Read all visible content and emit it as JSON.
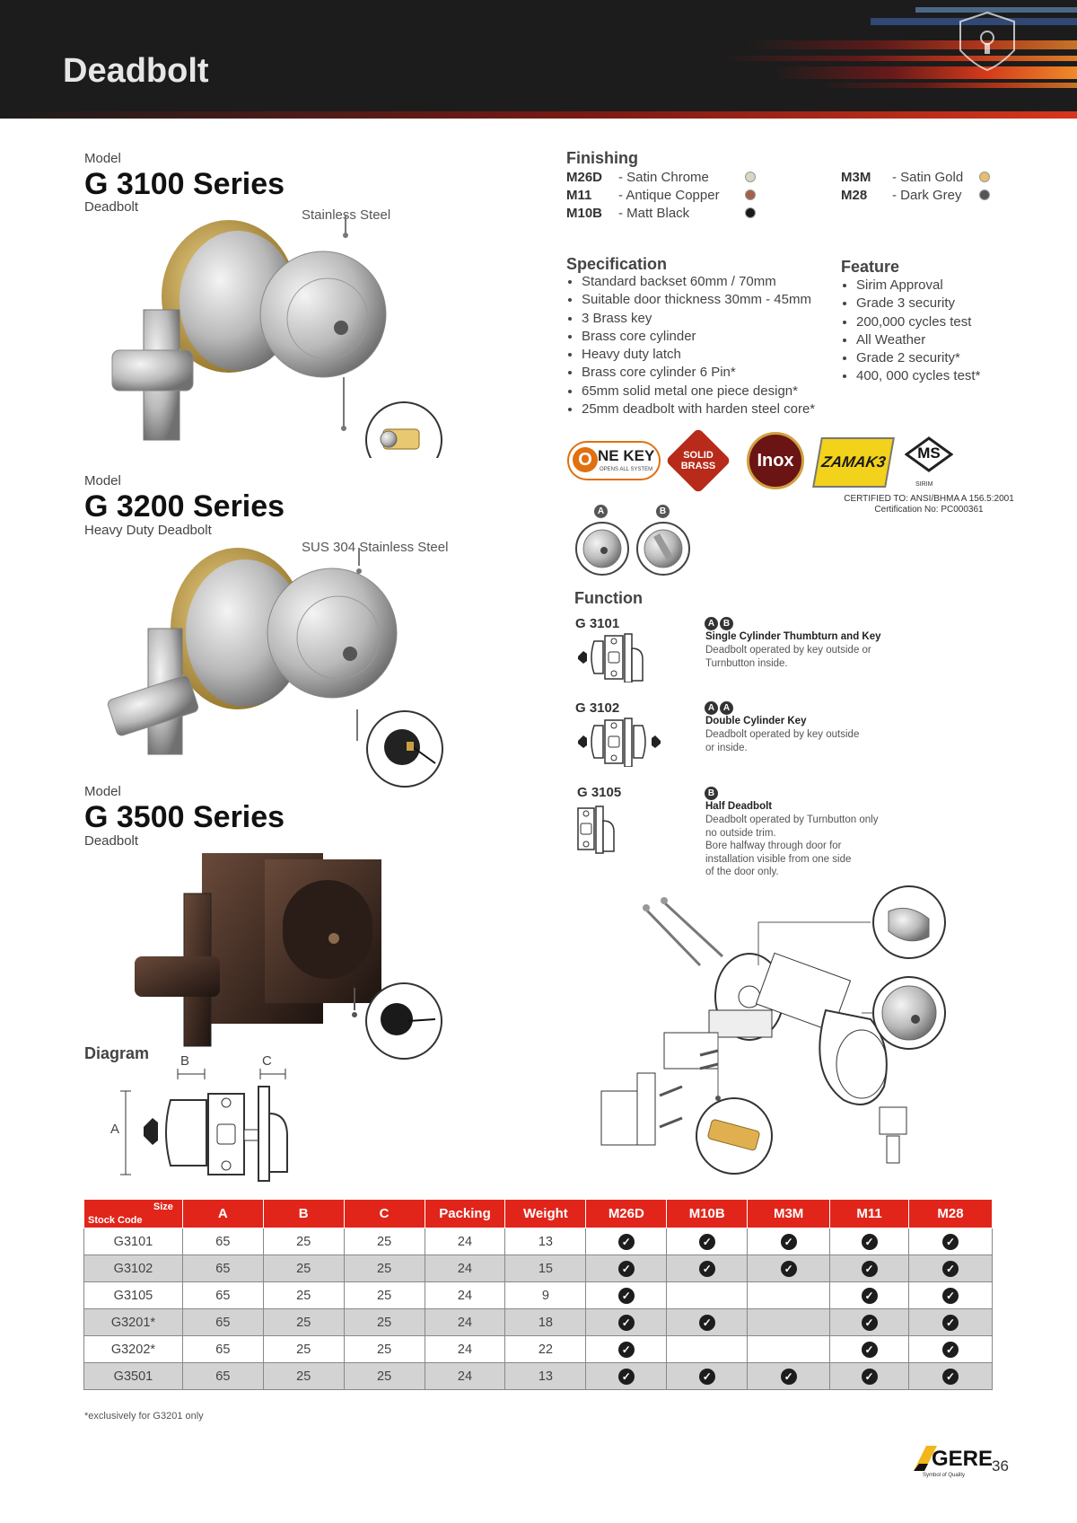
{
  "header": {
    "title": "Deadbolt"
  },
  "products": [
    {
      "model_label": "Model",
      "series": "G 3100 Series",
      "subtitle": "Deadbolt",
      "material": "Stainless Steel"
    },
    {
      "model_label": "Model",
      "series": "G 3200 Series",
      "subtitle": "Heavy Duty Deadbolt",
      "material": "SUS 304 Stainless Steel"
    },
    {
      "model_label": "Model",
      "series": "G 3500 Series",
      "subtitle": "Deadbolt",
      "material": ""
    }
  ],
  "finishing": {
    "heading": "Finishing",
    "items": [
      {
        "code": "M26D",
        "name": "- Satin Chrome",
        "color": "#d9d6c3"
      },
      {
        "code": "M11",
        "name": "- Antique Copper",
        "color": "#a0634a"
      },
      {
        "code": "M10B",
        "name": "- Matt Black",
        "color": "#1a1a1a"
      },
      {
        "code": "M3M",
        "name": "- Satin Gold",
        "color": "#e6bf6e"
      },
      {
        "code": "M28",
        "name": "- Dark Grey",
        "color": "#555555"
      }
    ]
  },
  "specification": {
    "heading": "Specification",
    "items": [
      "Standard backset 60mm / 70mm",
      "Suitable door thickness 30mm - 45mm",
      "3 Brass key",
      "Brass core cylinder",
      "Heavy duty latch",
      "Brass core cylinder 6 Pin*",
      "65mm solid metal one piece design*",
      "25mm deadbolt with harden steel core*"
    ]
  },
  "feature": {
    "heading": "Feature",
    "items": [
      "Sirim Approval",
      "Grade 3 security",
      "200,000 cycles test",
      "All Weather",
      "Grade 2 security*",
      "400, 000 cycles test*"
    ]
  },
  "badges": {
    "onekey_main": "NE KEY",
    "onekey_o": "O",
    "onekey_sub": "OPENS ALL SYSTEM",
    "solid_brass_1": "SOLID",
    "solid_brass_2": "BRASS",
    "inox": "Inox",
    "zamak": "ZAMAK3",
    "ms": "MS",
    "sirim": "SIRIM",
    "cert_line1": "CERTIFIED TO: ANSI/BHMA A 156.5:2001",
    "cert_line2": "Certification No: PC000361"
  },
  "trim_labels": {
    "a": "A",
    "b": "B"
  },
  "function": {
    "heading": "Function",
    "items": [
      {
        "code": "G 3101",
        "letters": [
          "A",
          "B"
        ],
        "title": "Single Cylinder Thumbturn and Key",
        "desc": [
          "Deadbolt operated by key outside or",
          "Turnbutton inside."
        ]
      },
      {
        "code": "G 3102",
        "letters": [
          "A",
          "A"
        ],
        "title": "Double Cylinder Key",
        "desc": [
          "Deadbolt operated by key outside",
          "or inside."
        ]
      },
      {
        "code": "G 3105",
        "letters": [
          "B"
        ],
        "title": "Half Deadbolt",
        "desc": [
          "Deadbolt operated by Turnbutton only",
          "no outside trim.",
          "Bore halfway through door for",
          "installation visible from one side",
          "of the door only."
        ]
      }
    ]
  },
  "diagram": {
    "heading": "Diagram",
    "label_a": "A",
    "label_b": "B",
    "label_c": "C"
  },
  "table": {
    "size_label": "Size",
    "stock_label": "Stock Code",
    "columns": [
      "A",
      "B",
      "C",
      "Packing",
      "Weight",
      "M26D",
      "M10B",
      "M3M",
      "M11",
      "M28"
    ],
    "rows": [
      {
        "code": "G3101",
        "a": "65",
        "b": "25",
        "c": "25",
        "packing": "24",
        "weight": "13",
        "finishes": [
          true,
          true,
          true,
          true,
          true
        ]
      },
      {
        "code": "G3102",
        "a": "65",
        "b": "25",
        "c": "25",
        "packing": "24",
        "weight": "15",
        "finishes": [
          true,
          true,
          true,
          true,
          true
        ]
      },
      {
        "code": "G3105",
        "a": "65",
        "b": "25",
        "c": "25",
        "packing": "24",
        "weight": "9",
        "finishes": [
          true,
          false,
          false,
          true,
          true
        ]
      },
      {
        "code": "G3201*",
        "a": "65",
        "b": "25",
        "c": "25",
        "packing": "24",
        "weight": "18",
        "finishes": [
          true,
          true,
          false,
          true,
          true
        ]
      },
      {
        "code": "G3202*",
        "a": "65",
        "b": "25",
        "c": "25",
        "packing": "24",
        "weight": "22",
        "finishes": [
          true,
          false,
          false,
          true,
          true
        ]
      },
      {
        "code": "G3501",
        "a": "65",
        "b": "25",
        "c": "25",
        "packing": "24",
        "weight": "13",
        "finishes": [
          true,
          true,
          true,
          true,
          true
        ]
      }
    ],
    "check_glyph": "✓"
  },
  "footnote": "*exclusively for G3201 only",
  "footer": {
    "brand": "GERE",
    "tagline": "Symbol of Quality",
    "page": "36"
  }
}
